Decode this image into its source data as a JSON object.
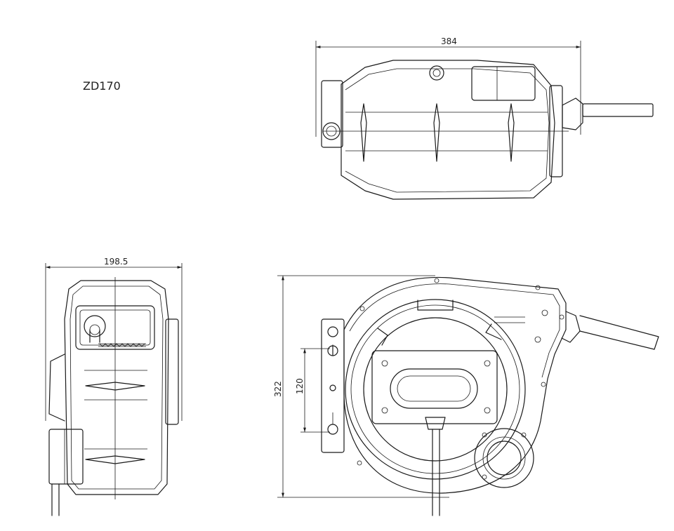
{
  "model_label": "ZD170",
  "dimensions": {
    "top_width": "384",
    "side_width": "198.5",
    "front_height": "322",
    "mount_spacing": "120"
  },
  "colors": {
    "line": "#1a1a1a",
    "background": "#ffffff"
  }
}
